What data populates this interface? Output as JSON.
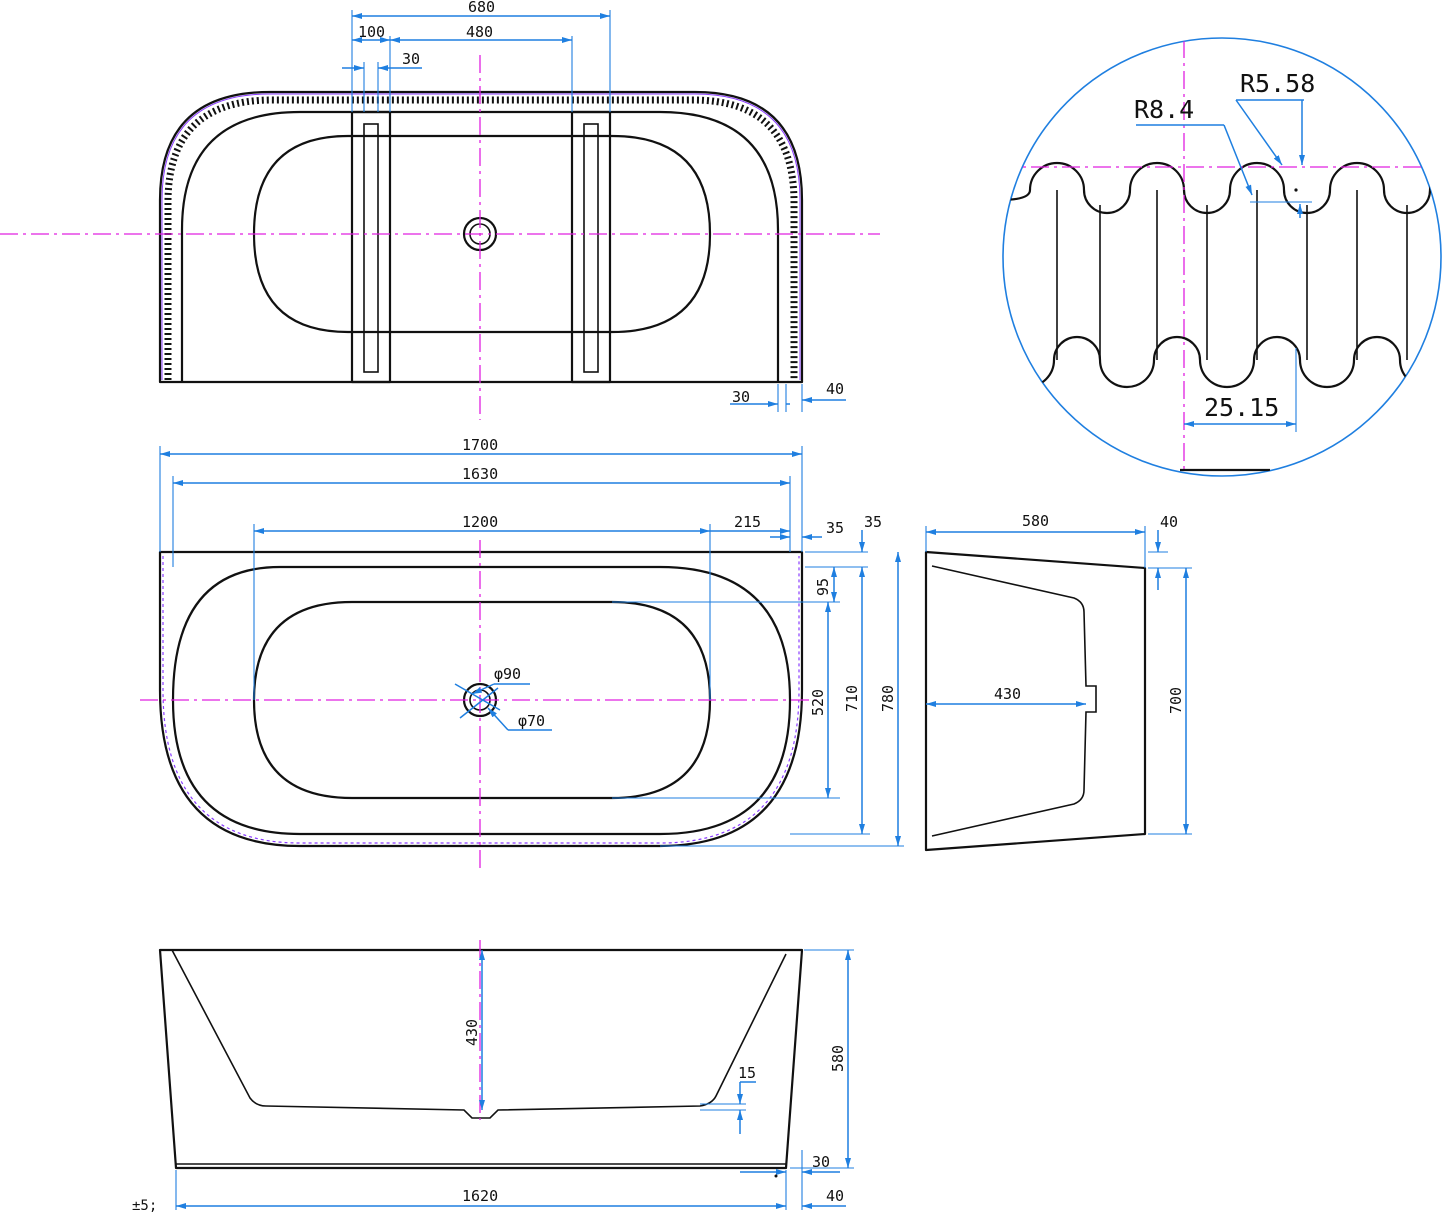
{
  "colors": {
    "outline": "#111111",
    "dimension": "#1f7fe0",
    "centerline": "#e020e0",
    "background": "#ffffff"
  },
  "top_view": {
    "dim_680": "680",
    "dim_100": "100",
    "dim_480": "480",
    "dim_30_top": "30",
    "dim_30_bottom": "30",
    "dim_40": "40"
  },
  "detail": {
    "r_large": "R8.4",
    "r_small": "R5.58",
    "pitch": "25.15"
  },
  "plan_view": {
    "dim_1700": "1700",
    "dim_1630": "1630",
    "dim_1200": "1200",
    "dim_215": "215",
    "dim_35_a": "35",
    "dim_35_b": "35",
    "dim_95": "95",
    "dim_520": "520",
    "dim_710": "710",
    "dim_780": "780",
    "phi_90": "φ90",
    "phi_70": "φ70"
  },
  "end_view": {
    "dim_580": "580",
    "dim_40": "40",
    "dim_430": "430",
    "dim_700": "700"
  },
  "side_view": {
    "dim_430": "430",
    "dim_15": "15",
    "dim_580": "580",
    "dim_30": "30",
    "dim_1620": "1620",
    "dim_40": "40",
    "tolerance": "±5;"
  }
}
